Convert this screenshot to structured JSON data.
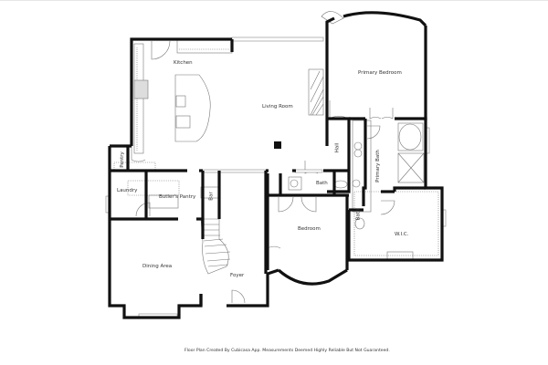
{
  "rooms": {
    "kitchen": "Kitchen",
    "living_room": "Living Room",
    "primary_bedroom": "Primary Bedroom",
    "hall": "Hall",
    "primary_bath": "Primary Bath",
    "pantry": "Pantry",
    "laundry": "Laundry",
    "butlers_pantry": "Butler's Pantry",
    "bar": "Bar",
    "bath": "Bath",
    "bath_small": "Bath",
    "bedroom": "Bedroom",
    "wic": "W.I.C.",
    "dining_area": "Dining Area",
    "foyer": "Foyer"
  },
  "footer": {
    "disclaimer": "Floor Plan Created By Cubicasa App. Measurements Deemed Highly Reliable But Not Guaranteed."
  },
  "colors": {
    "wall": "#111111",
    "fixture": "#777777",
    "background": "#ffffff"
  }
}
